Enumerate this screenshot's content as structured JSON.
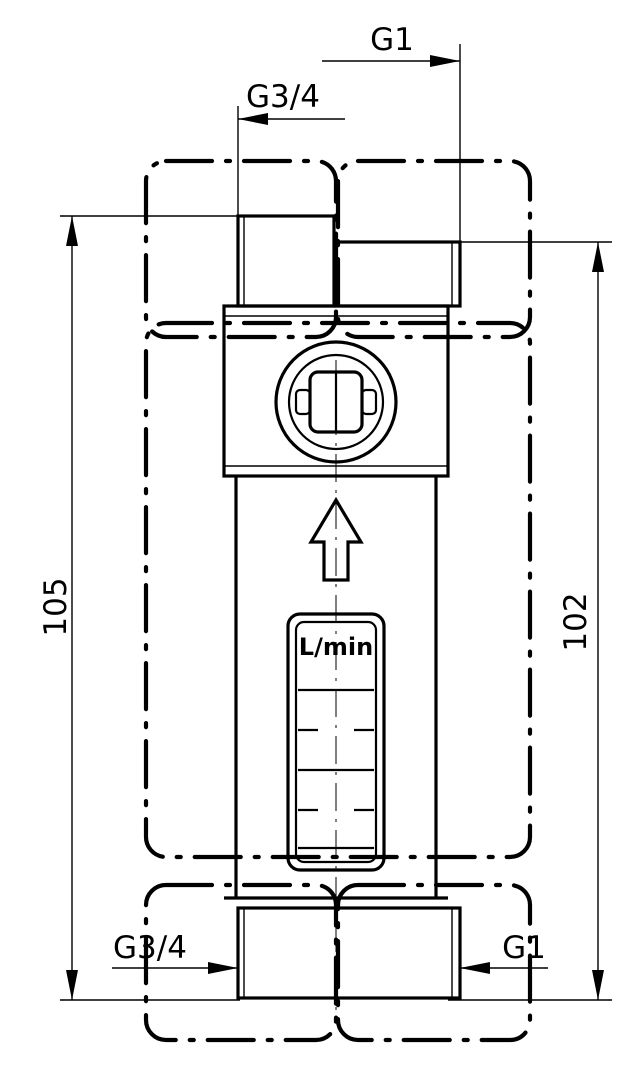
{
  "drawing": {
    "dimensions": {
      "top_outlet_thread": "G1",
      "top_inlet_thread": "G3/4",
      "bottom_left_thread": "G3/4",
      "bottom_right_thread": "G1",
      "overall_length_left": "105",
      "overall_length_right": "102"
    },
    "scale_unit": "L/min",
    "colors": {
      "line": "#000000",
      "background": "#ffffff"
    },
    "icons": [
      "flow-direction-arrow-icon",
      "dimension-arrow-icon"
    ]
  }
}
